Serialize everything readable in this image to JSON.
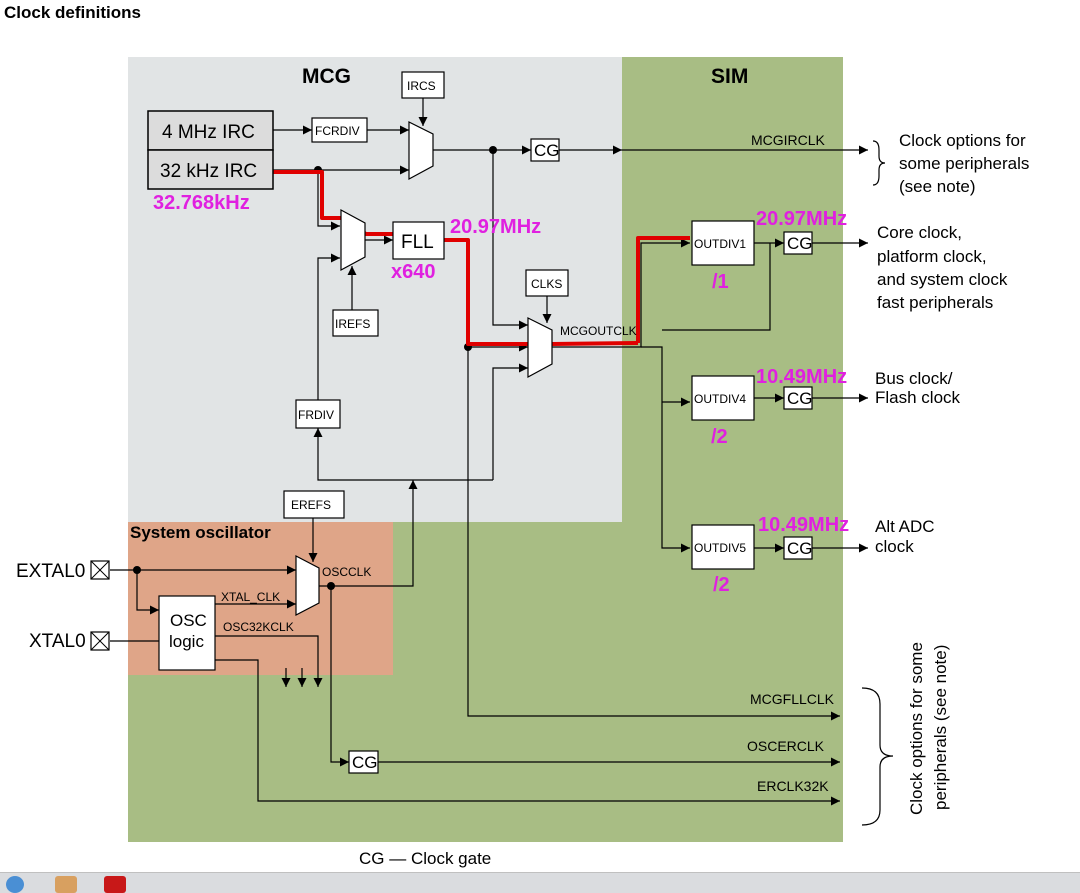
{
  "page": {
    "title": "Clock definitions"
  },
  "colors": {
    "mcg_region": "#e1e4e5",
    "sim_region": "#a8bd84",
    "osc_region": "#dfa588",
    "highlight_path": "#e00000",
    "annotation": "#e020e0",
    "source_block": "#dcdcdc"
  },
  "regions": {
    "mcg": "MCG",
    "sim": "SIM",
    "osc": "System oscillator"
  },
  "blocks": {
    "irc4": "4 MHz IRC",
    "irc32": "32 kHz IRC",
    "fcrdiv": "FCRDIV",
    "ircs": "IRCS",
    "fll": "FLL",
    "irefs": "IREFS",
    "frdiv": "FRDIV",
    "clks": "CLKS",
    "erefs": "EREFS",
    "osc_logic_1": "OSC",
    "osc_logic_2": "logic",
    "outdiv1": "OUTDIV1",
    "outdiv4": "OUTDIV4",
    "outdiv5": "OUTDIV5",
    "cg": "CG"
  },
  "signals": {
    "mcgirclk": "MCGIRCLK",
    "mcgoutclk": "MCGOUTCLK",
    "oscclk": "OSCCLK",
    "xtal_clk": "XTAL_CLK",
    "osc32kclk": "OSC32KCLK",
    "mcgfllclk": "MCGFLLCLK",
    "oscerclk": "OSCERCLK",
    "erclk32k": "ERCLK32K"
  },
  "pins": {
    "extal": "EXTAL0",
    "xtal": "XTAL0"
  },
  "outputs": {
    "mcgirclk_1": "Clock options for",
    "mcgirclk_2": "some peripherals",
    "mcgirclk_3": "(see note)",
    "core_1": "Core clock,",
    "core_2": "platform clock,",
    "core_3": "and system clock",
    "core_4": "fast peripherals",
    "bus_1": "Bus clock/",
    "bus_2": "Flash clock",
    "adc_1": "Alt ADC",
    "adc_2": "clock",
    "bottom_1": "Clock options for some",
    "bottom_2": "peripherals (see note)"
  },
  "annotations": {
    "irc_freq": "32.768kHz",
    "fll_freq": "20.97MHz",
    "fll_mult": "x640",
    "outdiv1_freq": "20.97MHz",
    "outdiv1_div": "/1",
    "outdiv4_freq": "10.49MHz",
    "outdiv4_div": "/2",
    "outdiv5_freq": "10.49MHz",
    "outdiv5_div": "/2"
  },
  "legend": "CG — Clock gate"
}
